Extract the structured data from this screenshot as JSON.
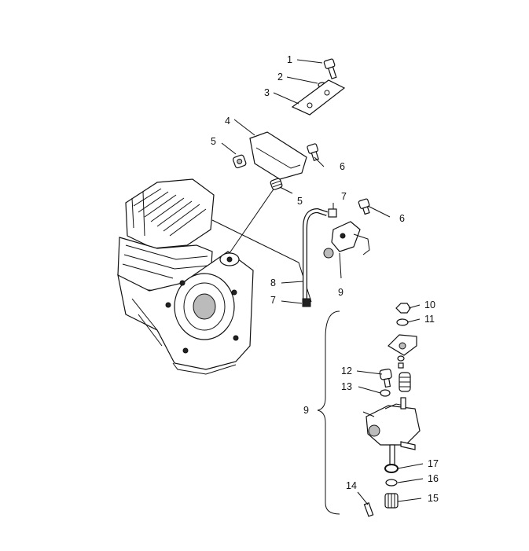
{
  "callouts": [
    "1",
    "2",
    "3",
    "4",
    "5",
    "6",
    "5",
    "7",
    "6",
    "8",
    "9",
    "7",
    "10",
    "11",
    "9",
    "12",
    "13",
    "17",
    "16",
    "14",
    "15"
  ]
}
